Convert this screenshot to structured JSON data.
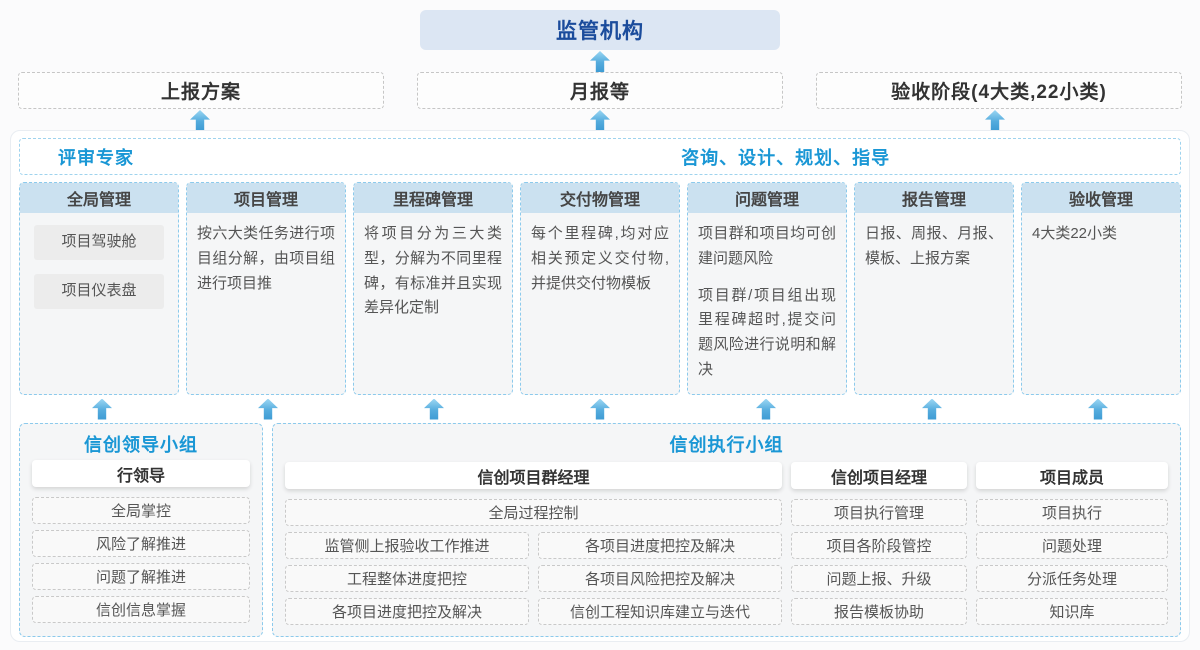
{
  "colors": {
    "accent_blue": "#1a97d5",
    "dark_blue": "#1b4c9c",
    "module_header_bg": "#cbe1f0",
    "dashed_blue": "#8ccaec",
    "arrow_blue": "#3d9bd4"
  },
  "top": {
    "regulator_label": "监管机构",
    "channels": [
      {
        "label": "上报方案"
      },
      {
        "label": "月报等"
      },
      {
        "label": "验收阶段(4大类,22小类)"
      }
    ]
  },
  "platform": {
    "left_role": "评审专家",
    "right_role": "咨询、设计、规划、指导",
    "modules": [
      {
        "title": "全局管理",
        "items": [
          "项目驾驶舱",
          "项目仪表盘"
        ]
      },
      {
        "title": "项目管理",
        "paragraphs": [
          "按六大类任务进行项目组分解，由项目组进行项目推"
        ]
      },
      {
        "title": "里程碑管理",
        "paragraphs": [
          "将项目分为三大类型，分解为不同里程碑，有标准并且实现差异化定制"
        ]
      },
      {
        "title": "交付物管理",
        "paragraphs": [
          "每个里程碑,均对应相关预定义交付物,并提供交付物模板"
        ]
      },
      {
        "title": "问题管理",
        "paragraphs": [
          "项目群和项目均可创建问题风险",
          "项目群/项目组出现里程碑超时,提交问题风险进行说明和解决"
        ]
      },
      {
        "title": "报告管理",
        "paragraphs": [
          "日报、周报、月报、模板、上报方案"
        ]
      },
      {
        "title": "验收管理",
        "paragraphs": [
          "4大类22小类"
        ]
      }
    ]
  },
  "teams": {
    "leadership": {
      "title": "信创领导小组",
      "role": "行领导",
      "duties": [
        "全局掌控",
        "风险了解推进",
        "问题了解推进",
        "信创信息掌握"
      ]
    },
    "execution": {
      "title": "信创执行小组",
      "program_manager": {
        "role": "信创项目群经理",
        "full_row": "全局过程控制",
        "left_duties": [
          "监管侧上报验收工作推进",
          "工程整体进度把控",
          "各项目进度把控及解决"
        ],
        "right_duties": [
          "各项目进度把控及解决",
          "各项目风险把控及解决",
          "信创工程知识库建立与迭代"
        ]
      },
      "project_manager": {
        "role": "信创项目经理",
        "duties": [
          "项目执行管理",
          "项目各阶段管控",
          "问题上报、升级",
          "报告模板协助"
        ]
      },
      "member": {
        "role": "项目成员",
        "duties": [
          "项目执行",
          "问题处理",
          "分派任务处理",
          "知识库"
        ]
      }
    }
  }
}
